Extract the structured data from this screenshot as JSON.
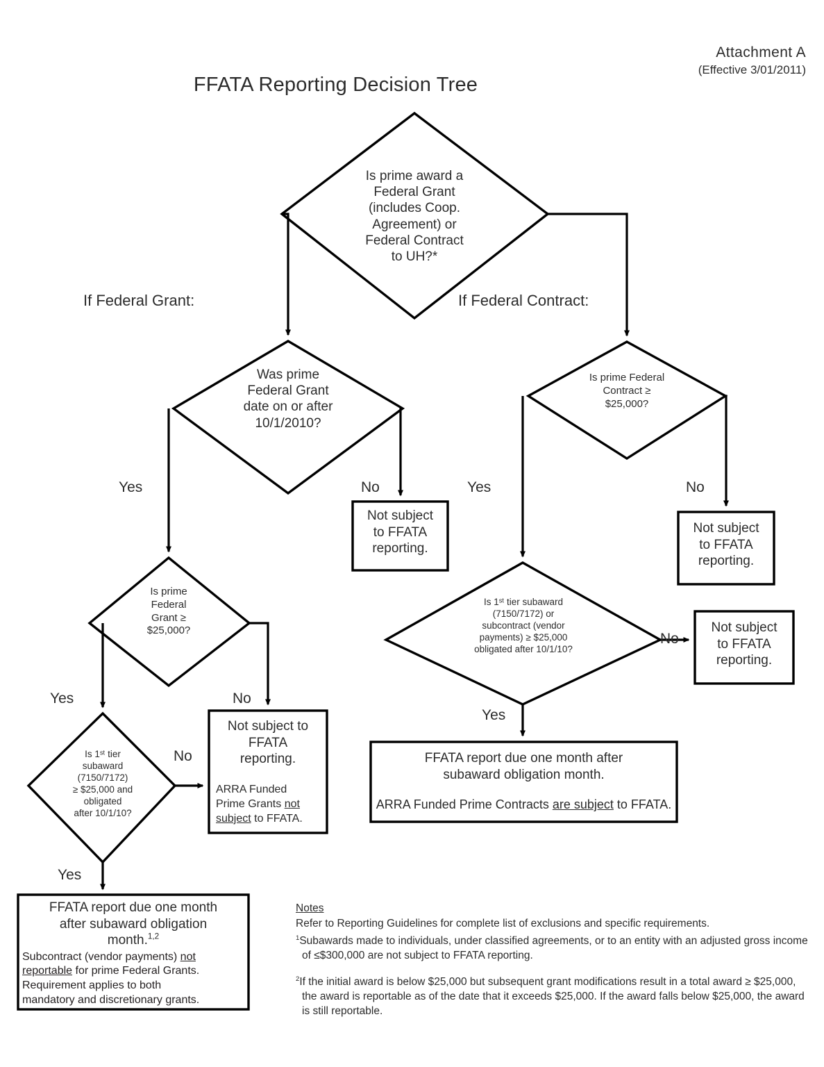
{
  "header": {
    "attachment": "Attachment A",
    "effective": "(Effective 3/01/2011)",
    "title": "FFATA Reporting Decision Tree"
  },
  "branches": {
    "grant_heading": "If Federal Grant:",
    "contract_heading": "If Federal Contract:"
  },
  "nodes": {
    "root_decision": "Is prime award a\nFederal Grant\n(includes Coop.\nAgreement) or\nFederal Contract\nto UH?*",
    "grant_date_decision": "Was prime\nFederal Grant\ndate on or after\n10/1/2010?",
    "grant_date_no_box": "Not subject\nto FFATA\nreporting.",
    "grant_amount_decision": "Is prime\nFederal\nGrant ≥\n$25,000?",
    "grant_subaward_decision": "Is 1ˢᵗ tier\nsubaward\n(7150/7172)\n≥ $25,000 and\nobligated\nafter 10/1/10?",
    "grant_amount_no_box_main": "Not subject to\nFFATA\nreporting.",
    "grant_amount_no_box_note_1": "ARRA Funded",
    "grant_amount_no_box_note_2a": "Prime Grants ",
    "grant_amount_no_box_note_2b": "not",
    "grant_amount_no_box_note_3a": "subject",
    "grant_amount_no_box_note_3b": " to FFATA.",
    "grant_result_line1": "FFATA report due one month",
    "grant_result_line2": "after subaward obligation",
    "grant_result_line3": "month.",
    "grant_result_sup": "1,2",
    "grant_result_detail_1a": "Subcontract (vendor payments) ",
    "grant_result_detail_1b": "not",
    "grant_result_detail_2a": "reportable",
    "grant_result_detail_2b": " for prime Federal Grants.",
    "grant_result_detail_3": "Requirement applies to both",
    "grant_result_detail_4": "mandatory and discretionary grants.",
    "contract_amount_decision": "Is prime Federal\nContract ≥\n$25,000?",
    "contract_amount_no_box": "Not subject\nto FFATA\nreporting.",
    "contract_subaward_decision": "Is 1ˢᵗ tier subaward\n(7150/7172) or\nsubcontract (vendor\npayments) ≥ $25,000\nobligated after 10/1/10?",
    "contract_subaward_no_box": "Not subject\nto FFATA\nreporting.",
    "contract_result_line1": "FFATA report due one month after",
    "contract_result_line2": "subaward obligation month.",
    "contract_result_detail_a": "ARRA Funded Prime Contracts ",
    "contract_result_detail_b": "are subject",
    "contract_result_detail_c": " to FFATA."
  },
  "edge_labels": {
    "grant_date_yes": "Yes",
    "grant_date_no": "No",
    "grant_amount_yes": "Yes",
    "grant_amount_no": "No",
    "grant_subaward_no": "No",
    "grant_subaward_yes": "Yes",
    "contract_amount_yes": "Yes",
    "contract_amount_no": "No",
    "contract_subaward_no": "No",
    "contract_subaward_yes": "Yes"
  },
  "notes": {
    "title": "Notes",
    "intro": "Refer to Reporting Guidelines for complete list of exclusions and specific requirements.",
    "note1_sup": "1",
    "note1": "Subawards made to individuals, under classified agreements, or to an entity with an adjusted gross income of ≤$300,000 are not subject to FFATA reporting.",
    "note2_sup": "2",
    "note2": "If the initial award is below $25,000 but subsequent grant modifications result in a total award ≥ $25,000, the award is reportable as of the date that it exceeds $25,000.  If the award falls below $25,000, the award is still reportable."
  },
  "colors": {
    "ink": "#231f20",
    "text": "#2b2b2b",
    "background": "#ffffff"
  }
}
